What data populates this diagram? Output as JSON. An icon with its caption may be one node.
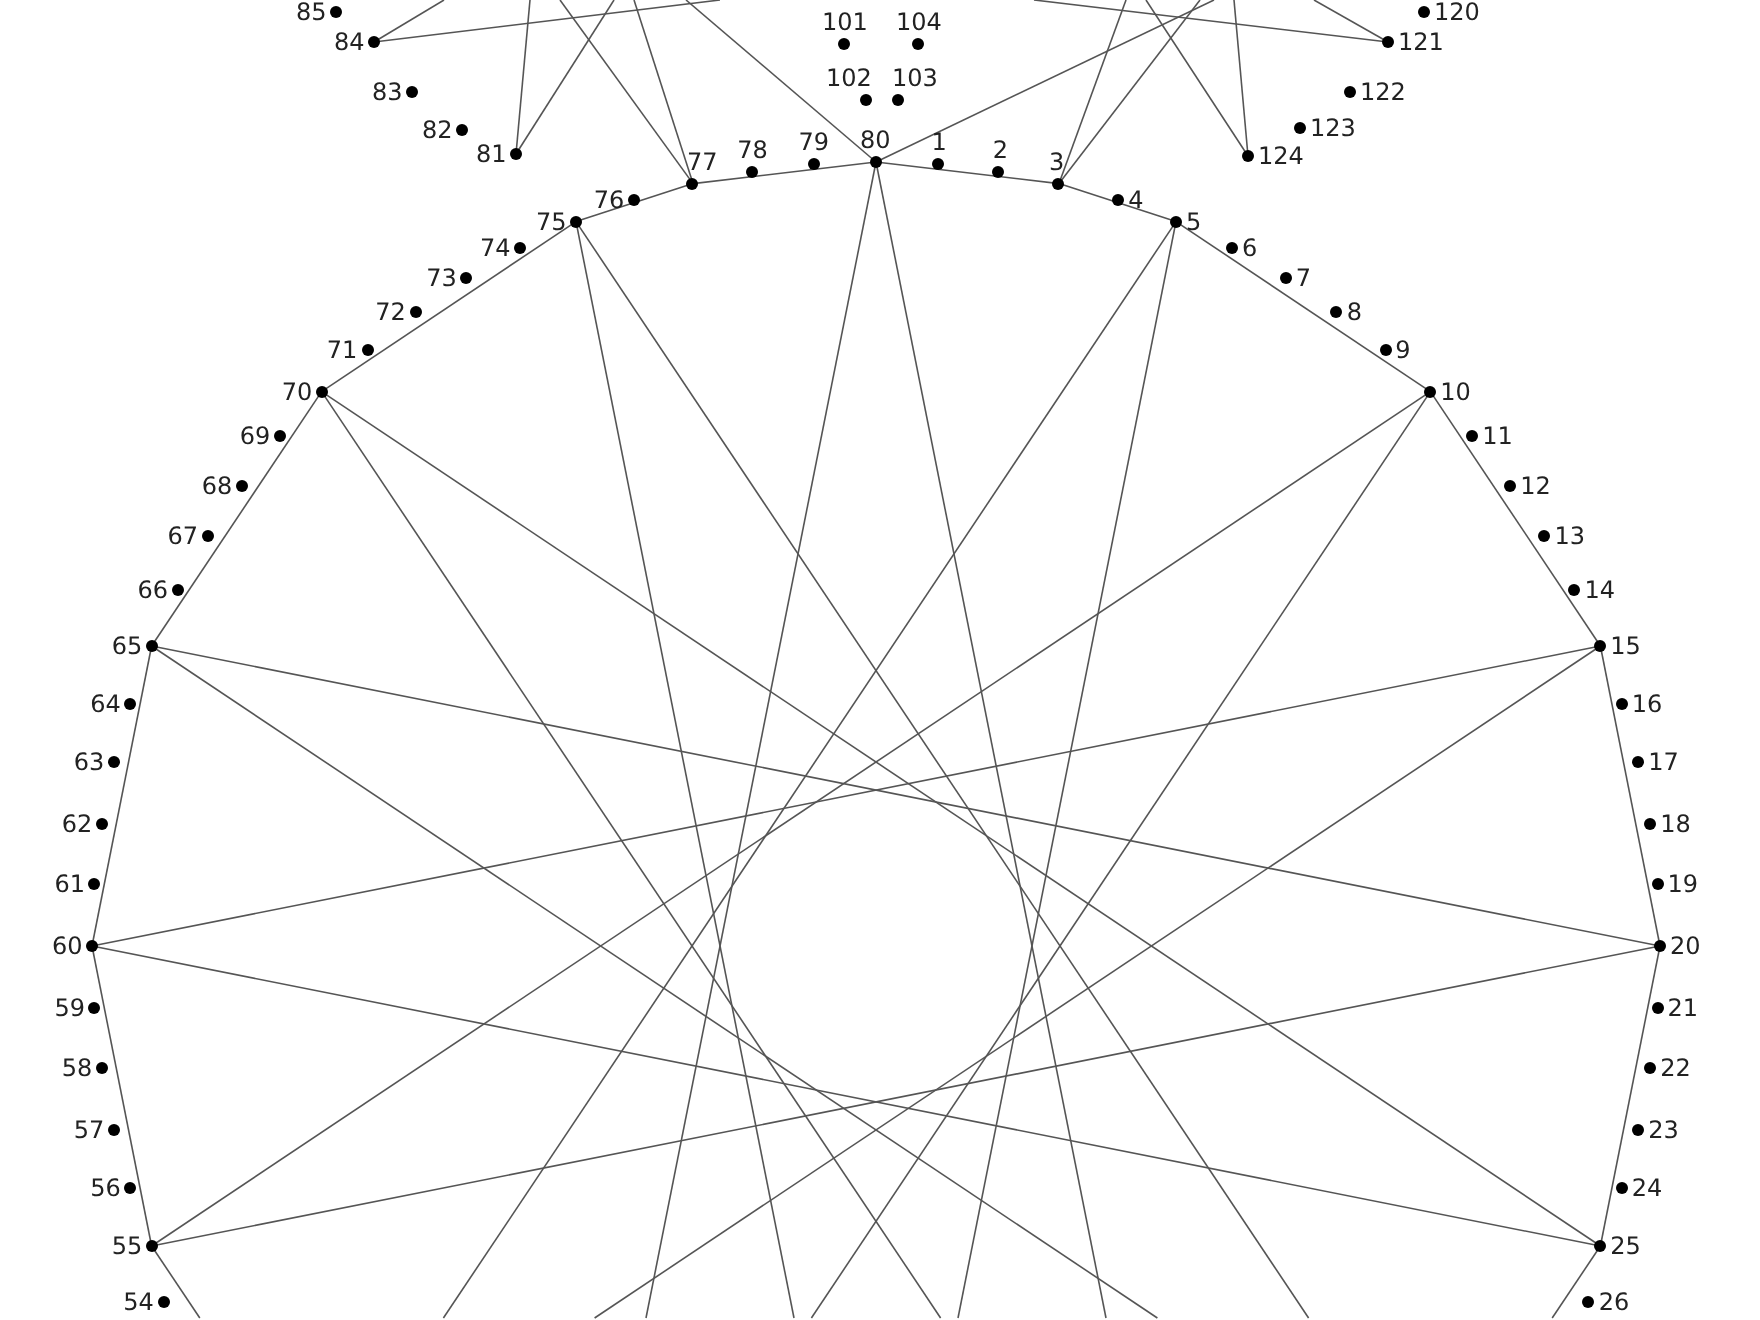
{
  "diagram": {
    "nodes": [
      {
        "text": [
          "1"
        ]
      },
      {
        "text": [
          "2"
        ]
      },
      {
        "text": [
          "3"
        ]
      },
      {
        "text": [
          "4"
        ]
      },
      {
        "text": [
          "5"
        ]
      },
      {
        "text": [
          "6"
        ]
      },
      {
        "text": [
          "7"
        ]
      },
      {
        "text": [
          "8"
        ]
      },
      {
        "text": [
          "9"
        ]
      },
      {
        "text": [
          "10"
        ]
      },
      {
        "text": [
          "11"
        ]
      },
      {
        "text": [
          "12"
        ]
      },
      {
        "text": [
          "13"
        ]
      },
      {
        "text": [
          "14"
        ]
      },
      {
        "text": [
          "15"
        ]
      },
      {
        "text": [
          "16"
        ]
      },
      {
        "text": [
          "17"
        ]
      },
      {
        "text": [
          "18"
        ]
      },
      {
        "text": [
          "19"
        ]
      },
      {
        "text": [
          "20"
        ]
      },
      {
        "text": [
          "21"
        ]
      },
      {
        "text": [
          "22"
        ]
      },
      {
        "text": [
          "23"
        ]
      },
      {
        "text": [
          "24"
        ]
      },
      {
        "text": [
          "25"
        ]
      },
      {
        "text": [
          "26"
        ]
      },
      {
        "text": [
          "54"
        ]
      },
      {
        "text": [
          "55"
        ]
      },
      {
        "text": [
          "56"
        ]
      },
      {
        "text": [
          "57"
        ]
      },
      {
        "text": [
          "58"
        ]
      },
      {
        "text": [
          "59"
        ]
      },
      {
        "text": [
          "60"
        ]
      },
      {
        "text": [
          "61"
        ]
      },
      {
        "text": [
          "62"
        ]
      },
      {
        "text": [
          "63"
        ]
      },
      {
        "text": [
          "64"
        ]
      },
      {
        "text": [
          "65"
        ]
      },
      {
        "text": [
          "66"
        ]
      },
      {
        "text": [
          "67"
        ]
      },
      {
        "text": [
          "68"
        ]
      },
      {
        "text": [
          "69"
        ]
      },
      {
        "text": [
          "70"
        ]
      },
      {
        "text": [
          "71"
        ]
      },
      {
        "text": [
          "72"
        ]
      },
      {
        "text": [
          "73"
        ]
      },
      {
        "text": [
          "74"
        ]
      },
      {
        "text": [
          "75"
        ]
      },
      {
        "text": [
          "76"
        ]
      },
      {
        "text": [
          "77"
        ]
      },
      {
        "text": [
          "78"
        ]
      },
      {
        "text": [
          "79"
        ]
      },
      {
        "text": [
          "80"
        ]
      },
      {
        "text": [
          "81"
        ]
      },
      {
        "text": [
          "82"
        ]
      },
      {
        "text": [
          "83"
        ]
      },
      {
        "text": [
          "84"
        ]
      },
      {
        "text": [
          "85"
        ]
      },
      {
        "text": [
          "101"
        ]
      },
      {
        "text": [
          "102"
        ]
      },
      {
        "text": [
          "103"
        ]
      },
      {
        "text": [
          "104"
        ]
      },
      {
        "text": [
          "120"
        ]
      },
      {
        "text": [
          "121"
        ]
      },
      {
        "text": [
          "122"
        ]
      },
      {
        "text": [
          "123"
        ]
      },
      {
        "text": [
          "124"
        ]
      }
    ],
    "edges": [
      {
        "from": 47,
        "to": 49,
        "arrow": "none"
      },
      {
        "from": 49,
        "to": 52,
        "arrow": "none"
      },
      {
        "from": 52,
        "to": 2,
        "arrow": "none"
      },
      {
        "from": 2,
        "to": 4,
        "arrow": "none"
      },
      {
        "from": 4,
        "to": 9,
        "arrow": "none"
      },
      {
        "from": 9,
        "to": 14,
        "arrow": "none"
      },
      {
        "from": 14,
        "to": 19,
        "arrow": "none"
      },
      {
        "from": 19,
        "to": 24,
        "arrow": "none"
      },
      {
        "from": 24,
        "to": null,
        "arrow": "none"
      },
      {
        "from": 47,
        "to": 42,
        "arrow": "none"
      },
      {
        "from": 42,
        "to": 37,
        "arrow": "none"
      },
      {
        "from": 37,
        "to": 32,
        "arrow": "none"
      },
      {
        "from": 32,
        "to": 27,
        "arrow": "none"
      },
      {
        "from": 27,
        "to": null,
        "arrow": "none"
      },
      {
        "from": 19,
        "to": 27,
        "arrow": "none"
      },
      {
        "from": 24,
        "to": 32,
        "arrow": "none"
      },
      {
        "from": 14,
        "to": 32,
        "arrow": "none"
      },
      {
        "from": 19,
        "to": 37,
        "arrow": "none"
      },
      {
        "from": 24,
        "to": 42,
        "arrow": "none"
      },
      {
        "from": 9,
        "to": 27,
        "arrow": "none"
      },
      {
        "from": 47,
        "to": null,
        "arrow": "none"
      },
      {
        "from": 47,
        "to": null,
        "arrow": "none"
      },
      {
        "from": 52,
        "to": null,
        "arrow": "none"
      },
      {
        "from": 52,
        "to": null,
        "arrow": "none"
      },
      {
        "from": 4,
        "to": null,
        "arrow": "none"
      },
      {
        "from": 4,
        "to": null,
        "arrow": "none"
      },
      {
        "from": 9,
        "to": null,
        "arrow": "none"
      },
      {
        "from": 14,
        "to": null,
        "arrow": "none"
      },
      {
        "from": 37,
        "to": null,
        "arrow": "none"
      },
      {
        "from": 42,
        "to": null,
        "arrow": "none"
      },
      {
        "from": 56,
        "to": null,
        "arrow": "none"
      },
      {
        "from": 56,
        "to": null,
        "arrow": "none"
      },
      {
        "from": 53,
        "to": null,
        "arrow": "none"
      },
      {
        "from": 53,
        "to": null,
        "arrow": "none"
      },
      {
        "from": 49,
        "to": null,
        "arrow": "none"
      },
      {
        "from": 49,
        "to": null,
        "arrow": "none"
      },
      {
        "from": 52,
        "to": null,
        "arrow": "none"
      },
      {
        "from": 52,
        "to": null,
        "arrow": "none"
      },
      {
        "from": 2,
        "to": null,
        "arrow": "none"
      },
      {
        "from": 2,
        "to": null,
        "arrow": "none"
      },
      {
        "from": 66,
        "to": null,
        "arrow": "none"
      },
      {
        "from": 66,
        "to": null,
        "arrow": "none"
      },
      {
        "from": 63,
        "to": null,
        "arrow": "none"
      },
      {
        "from": 63,
        "to": null,
        "arrow": "none"
      }
    ]
  }
}
